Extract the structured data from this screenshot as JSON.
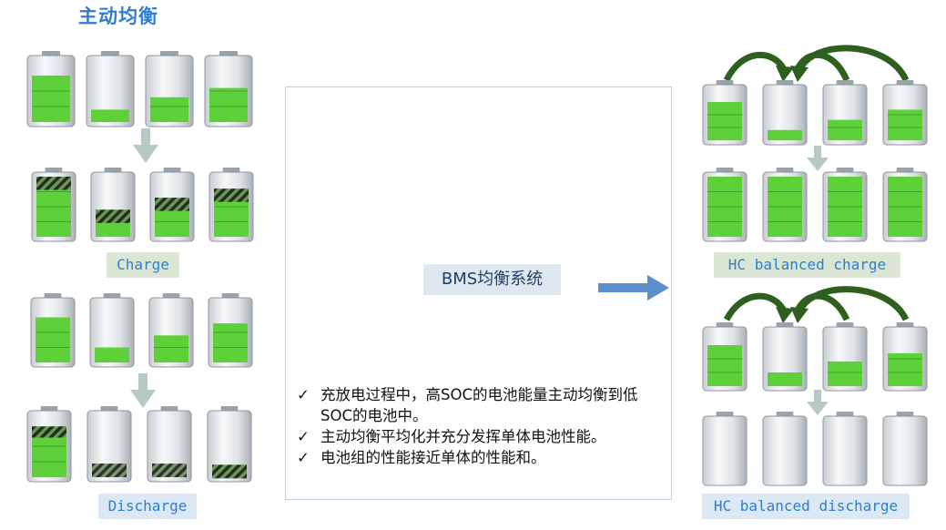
{
  "title": "主动均衡",
  "labels": {
    "charge": "Charge",
    "discharge": "Discharge",
    "hc_charge": "HC balanced charge",
    "hc_discharge": "HC balanced discharge"
  },
  "center": {
    "bms_label": "BMS均衡系统",
    "bullets": [
      {
        "check": "✓",
        "text": "充放电过程中，高SOC的电池能量主动均衡到低SOC的电池中。"
      },
      {
        "check": "✓",
        "text": "主动均衡平均化并充分发挥单体电池性能。"
      },
      {
        "check": "✓",
        "text": "电池组的性能接近单体的性能和。"
      }
    ]
  },
  "batteries": {
    "charge_before": [
      {
        "level": 0.75,
        "hatch": 0
      },
      {
        "level": 0.2,
        "hatch": 0
      },
      {
        "level": 0.4,
        "hatch": 0
      },
      {
        "level": 0.55,
        "hatch": 0
      }
    ],
    "charge_after": [
      {
        "level": 1.0,
        "hatch": 0.22
      },
      {
        "level": 0.45,
        "hatch": 0.22
      },
      {
        "level": 0.65,
        "hatch": 0.22
      },
      {
        "level": 0.8,
        "hatch": 0.22
      }
    ],
    "discharge_before": [
      {
        "level": 0.75,
        "hatch": 0
      },
      {
        "level": 0.25,
        "hatch": 0
      },
      {
        "level": 0.45,
        "hatch": 0
      },
      {
        "level": 0.65,
        "hatch": 0
      }
    ],
    "discharge_after": [
      {
        "level": 0.82,
        "hatch": 0.18
      },
      {
        "level": 0.0,
        "hatch": 0.22
      },
      {
        "level": 0.0,
        "hatch": 0.22
      },
      {
        "level": 0.2,
        "hatch": 0.22
      }
    ],
    "hc_charge_before": [
      {
        "level": 0.75,
        "hatch": 0
      },
      {
        "level": 0.2,
        "hatch": 0
      },
      {
        "level": 0.4,
        "hatch": 0
      },
      {
        "level": 0.6,
        "hatch": 0
      }
    ],
    "hc_charge_after": [
      {
        "level": 1.0,
        "hatch": 0
      },
      {
        "level": 1.0,
        "hatch": 0
      },
      {
        "level": 1.0,
        "hatch": 0
      },
      {
        "level": 1.0,
        "hatch": 0
      }
    ],
    "hc_discharge_before": [
      {
        "level": 0.75,
        "hatch": 0
      },
      {
        "level": 0.25,
        "hatch": 0
      },
      {
        "level": 0.45,
        "hatch": 0
      },
      {
        "level": 0.6,
        "hatch": 0
      }
    ],
    "hc_discharge_after": [
      {
        "level": 0.0,
        "hatch": 0
      },
      {
        "level": 0.0,
        "hatch": 0
      },
      {
        "level": 0.0,
        "hatch": 0
      },
      {
        "level": 0.0,
        "hatch": 0
      }
    ]
  },
  "colors": {
    "title_blue": "#2e7fd2",
    "battery_green": "#5ed13a",
    "arrow_gray": "#b8c8c4",
    "arrow_blue": "#5d8fca",
    "plus_blue": "#6a9bd1",
    "curve_green": "#2f5f1f"
  }
}
